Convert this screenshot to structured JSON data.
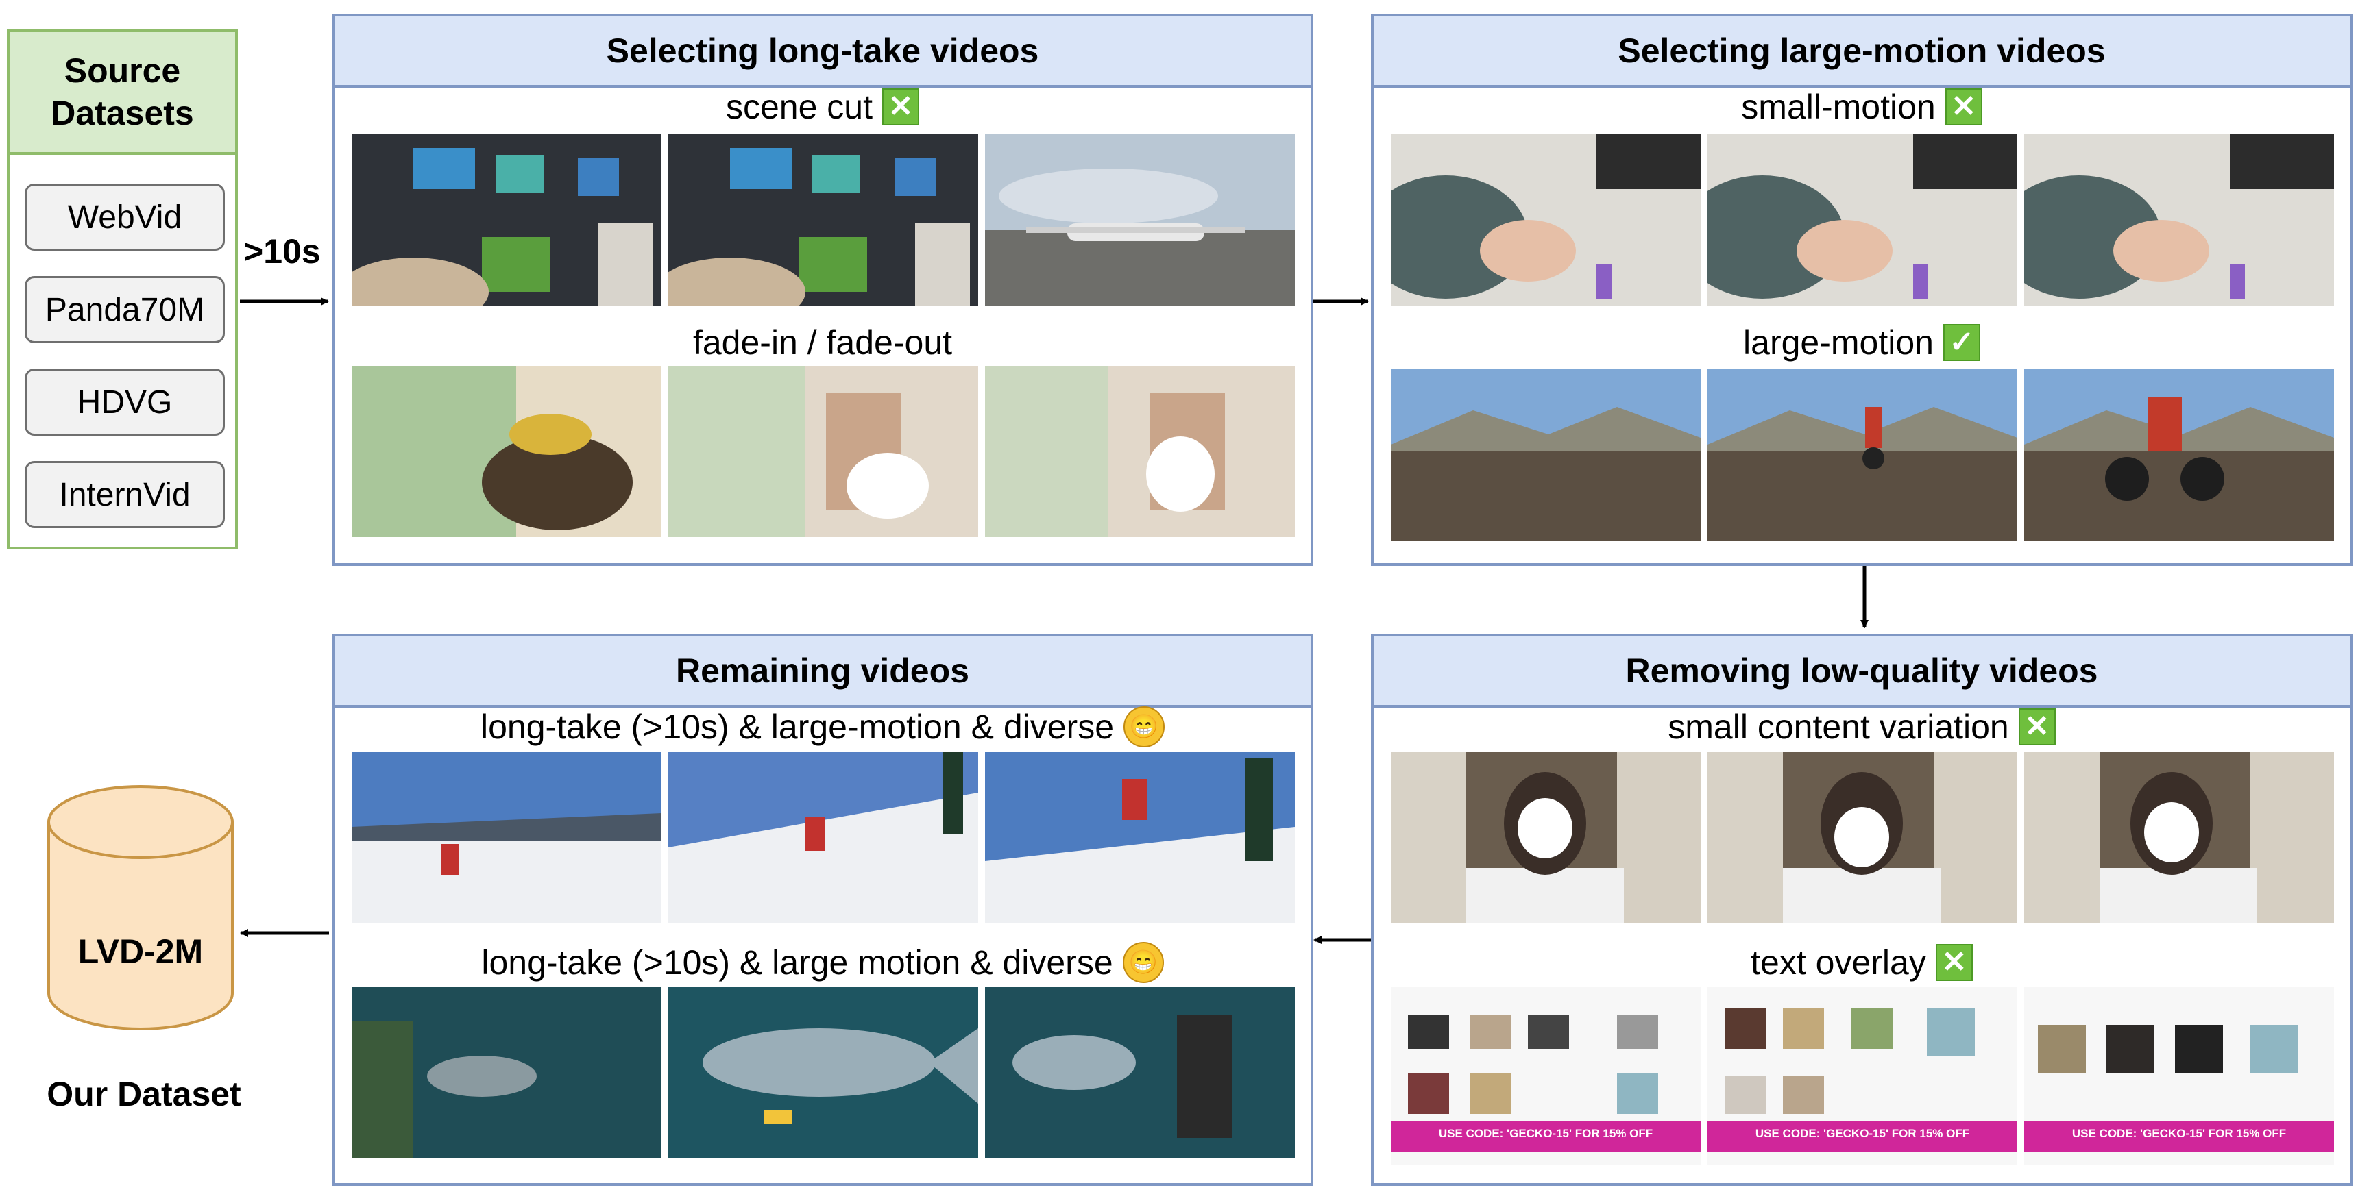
{
  "source": {
    "title": "Source\nDatasets",
    "datasets": [
      "WebVid",
      "Panda70M",
      "HDVG",
      "InternVid"
    ]
  },
  "arrow_label": ">10s",
  "panels": {
    "long_take": {
      "title": "Selecting long-take videos",
      "row1": {
        "caption": "scene cut",
        "mark": "✕"
      },
      "row2": {
        "caption": "fade-in / fade-out"
      }
    },
    "large_motion": {
      "title": "Selecting large-motion videos",
      "row1": {
        "caption": "small-motion",
        "mark": "✕"
      },
      "row2": {
        "caption": "large-motion",
        "mark": "✓"
      }
    },
    "low_quality": {
      "title": "Removing low-quality videos",
      "row1": {
        "caption": "small content variation",
        "mark": "✕"
      },
      "row2": {
        "caption": "text overlay",
        "mark": "✕"
      },
      "banner": "USE CODE: 'GECKO-15' FOR 15% OFF"
    },
    "remaining": {
      "title": "Remaining videos",
      "row1": {
        "caption": "long-take (>10s) & large-motion & diverse",
        "emoji": "😁"
      },
      "row2": {
        "caption": "long-take (>10s) & large motion & diverse",
        "emoji": "😁"
      }
    }
  },
  "dataset": {
    "name": "LVD-2M",
    "label": "Our Dataset"
  },
  "colors": {
    "panel_border": "#7f97c4",
    "panel_header": "#dae5f8",
    "source_border": "#8fbc6a",
    "source_header": "#d8ebcc",
    "check_green": "#6fbf3d",
    "cylinder_fill": "#fce3c2",
    "cylinder_stroke": "#c99645",
    "banner_magenta": "#d0269a"
  }
}
